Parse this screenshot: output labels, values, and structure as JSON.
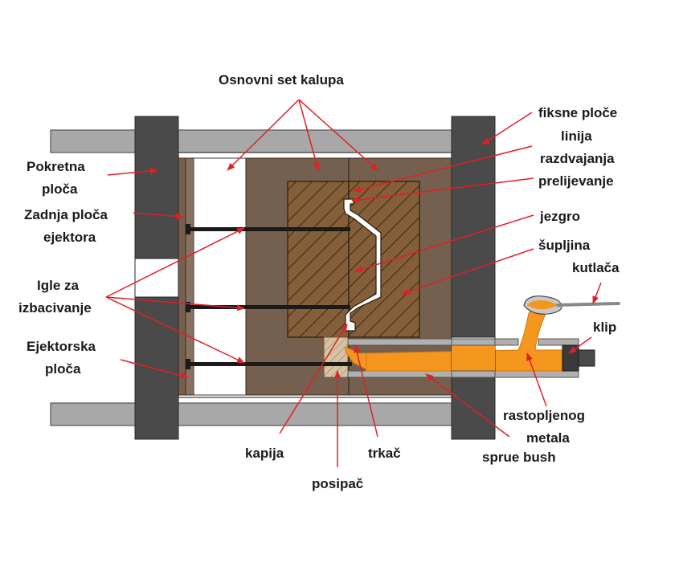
{
  "labels": {
    "osnovni_set": "Osnovni set kalupa",
    "fiksne_ploce": "fiksne ploče",
    "linija_razdvajanja_1": "linija",
    "linija_razdvajanja_2": "razdvajanja",
    "prelijevanje": "prelijevanje",
    "jezgro": "jezgro",
    "supljina": "šupljina",
    "kutlaca": "kutlača",
    "klip": "klip",
    "rastopljenog_1": "rastopljenog",
    "rastopljenog_2": "metala",
    "sprue_bush": "sprue bush",
    "pokretna_1": "Pokretna",
    "pokretna_2": "ploča",
    "zadnja_1": "Zadnja ploča",
    "zadnja_2": "ejektora",
    "igle_1": "Igle za",
    "igle_2": "izbacivanje",
    "ejektorska_1": "Ejektorska",
    "ejektorska_2": "ploča",
    "kapija": "kapija",
    "trkac": "trkač",
    "posipac": "posipač"
  },
  "colors": {
    "platen": "#4a4a4a",
    "tie_bar": "#a8a8a8",
    "mold_body": "#75604f",
    "die_insert": "#855f39",
    "molten_metal": "#f5961e",
    "arrow": "#e01f26",
    "label_text": "#1a1a1a"
  }
}
